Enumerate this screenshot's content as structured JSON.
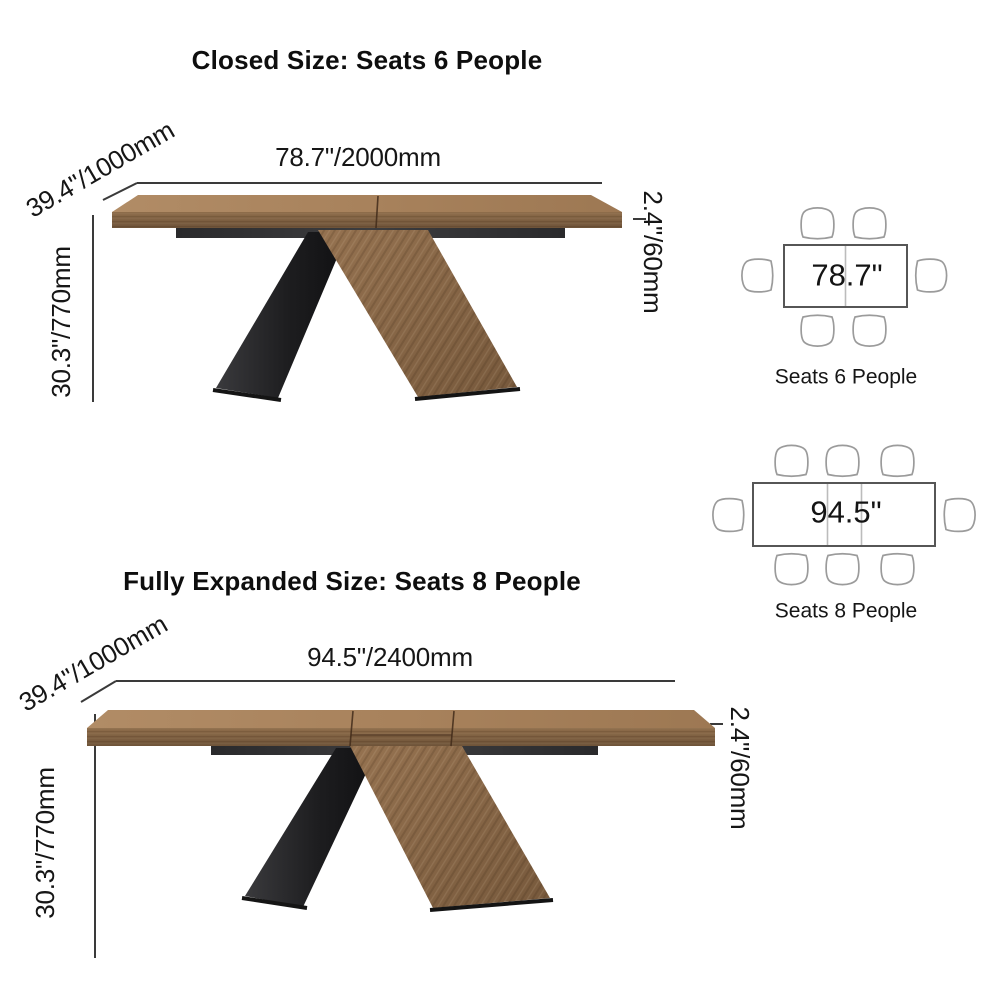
{
  "page": {
    "background": "#ffffff"
  },
  "sections": [
    {
      "title": "Closed Size: Seats 6 People",
      "width_label": "78.7\"/2000mm",
      "depth_label": "39.4\"/1000mm",
      "height_label": "30.3\"/770mm",
      "thickness_label": "2.4\"/60mm"
    },
    {
      "title": "Fully Expanded Size: Seats 8 People",
      "width_label": "94.5\"/2400mm",
      "depth_label": "39.4\"/1000mm",
      "height_label": "30.3\"/770mm",
      "thickness_label": "2.4\"/60mm"
    }
  ],
  "top_views": [
    {
      "width_label": "78.7\"",
      "caption": "Seats 6 People",
      "seats": 6
    },
    {
      "width_label": "94.5\"",
      "caption": "Seats 8 People",
      "seats": 8
    }
  ],
  "colors": {
    "tabletop_wood": "#a8835e",
    "table_edge_wood": "#7f6143",
    "wood_leg": "#8a6848",
    "black_leg": "#1d1d1f",
    "underframe": "#343436",
    "dimension_line": "#3a3a3a",
    "chair_outline": "#9b9b9b",
    "table_outline": "#565656",
    "text": "#121212"
  }
}
